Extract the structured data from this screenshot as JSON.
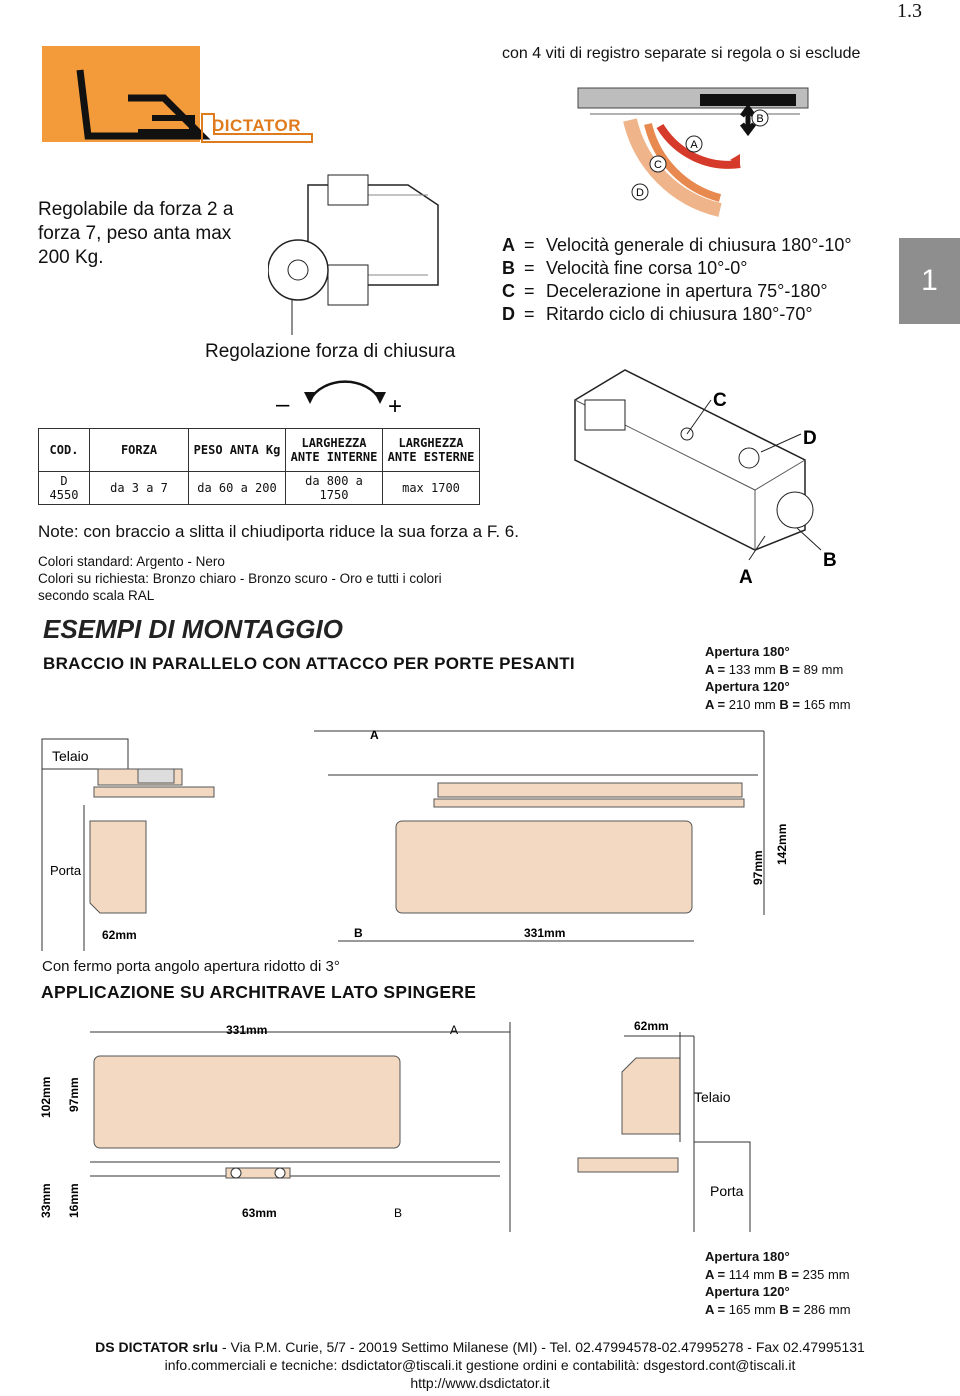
{
  "page_number": "1.3",
  "section_tab": "1",
  "logo": {
    "wordmark": "DICTATOR"
  },
  "intro_text": "Regolabile da forza 2 a forza 7, peso anta max 200 Kg.",
  "top_caption": "con 4 viti di registro separate si regola o si esclude",
  "valve_labels": {
    "a": "A",
    "b": "B",
    "c": "C",
    "d": "D"
  },
  "legend": [
    {
      "key": "B",
      "text": ""
    },
    {
      "key": "A",
      "text": "Velocità generale di chiusura 180°-10°"
    },
    {
      "key": "B",
      "text": "Velocità fine corsa 10°-0°"
    },
    {
      "key": "C",
      "text": "Decelerazione in apertura 75°-180°"
    },
    {
      "key": "D",
      "text": "Ritardo ciclo di chiusura 180°-70°"
    }
  ],
  "regulation_label": "Regolazione forza di chiusura",
  "minus": "–",
  "plus": "+",
  "table": {
    "headers": [
      "COD.",
      "FORZA",
      "PESO ANTA Kg",
      "LARGHEZZA ANTE INTERNE",
      "LARGHEZZA ANTE ESTERNE"
    ],
    "rows": [
      [
        "D 4550",
        "da 3 a 7",
        "da 60 a 200",
        "da 800 a 1750",
        "max 1700"
      ]
    ]
  },
  "note": "Note: con braccio a slitta il chiudiporta riduce la sua forza a F. 6.",
  "colors_standard": "Colori standard: Argento - Nero",
  "colors_request": "Colori su richiesta: Bronzo chiaro - Bronzo scuro - Oro e tutti i colori",
  "colors_scale": "secondo scala RAL",
  "closer_labels": {
    "c": "C",
    "d": "D",
    "a": "A",
    "b": "B"
  },
  "heading_esempi": "ESEMPI DI MONTAGGIO",
  "heading_braccio": "BRACCIO IN PARALLELO CON ATTACCO PER PORTE PESANTI",
  "dims_top": {
    "a180_label": "Apertura 180°",
    "a180_a": "133",
    "a180_b": "89",
    "a120_label": "Apertura 120°",
    "a120_a": "210",
    "a120_b": "165",
    "unit": "mm"
  },
  "drawing1": {
    "telaio": "Telaio",
    "porta": "Porta",
    "w62": "62mm",
    "a": "A",
    "b": "B",
    "w331": "331mm",
    "h97": "97mm",
    "h142": "142mm"
  },
  "fermo_text": "Con fermo porta angolo apertura ridotto di 3°",
  "heading_applic": "APPLICAZIONE SU ARCHITRAVE LATO SPINGERE",
  "drawing2": {
    "w331": "331mm",
    "a": "A",
    "h102": "102mm",
    "h97": "97mm",
    "h33": "33mm",
    "h16": "16mm",
    "w63": "63mm",
    "b": "B",
    "w62": "62mm",
    "telaio": "Telaio",
    "porta": "Porta"
  },
  "dims_bottom": {
    "a180_label": "Apertura 180°",
    "a180_a": "114",
    "a180_b": "235",
    "a120_label": "Apertura 120°",
    "a120_a": "165",
    "a120_b": "286",
    "unit": "mm"
  },
  "footer": {
    "company": "DS DICTATOR srlu",
    "address": " - Via P.M. Curie, 5/7 - 20019 Settimo Milanese (MI) - Tel. 02.47994578-02.47995278 - Fax 02.47995131",
    "emails": "info.commerciali e tecniche: dsdictator@tiscali.it  gestione ordini e contabilità: dsgestord.cont@tiscali.it",
    "website": "http://www.dsdictator.it"
  },
  "colors": {
    "orange": "#f39a3a",
    "door_beige": "#f3d9c2",
    "arrow_red": "#d63a2a",
    "tab_gray": "#8e8e8e"
  }
}
